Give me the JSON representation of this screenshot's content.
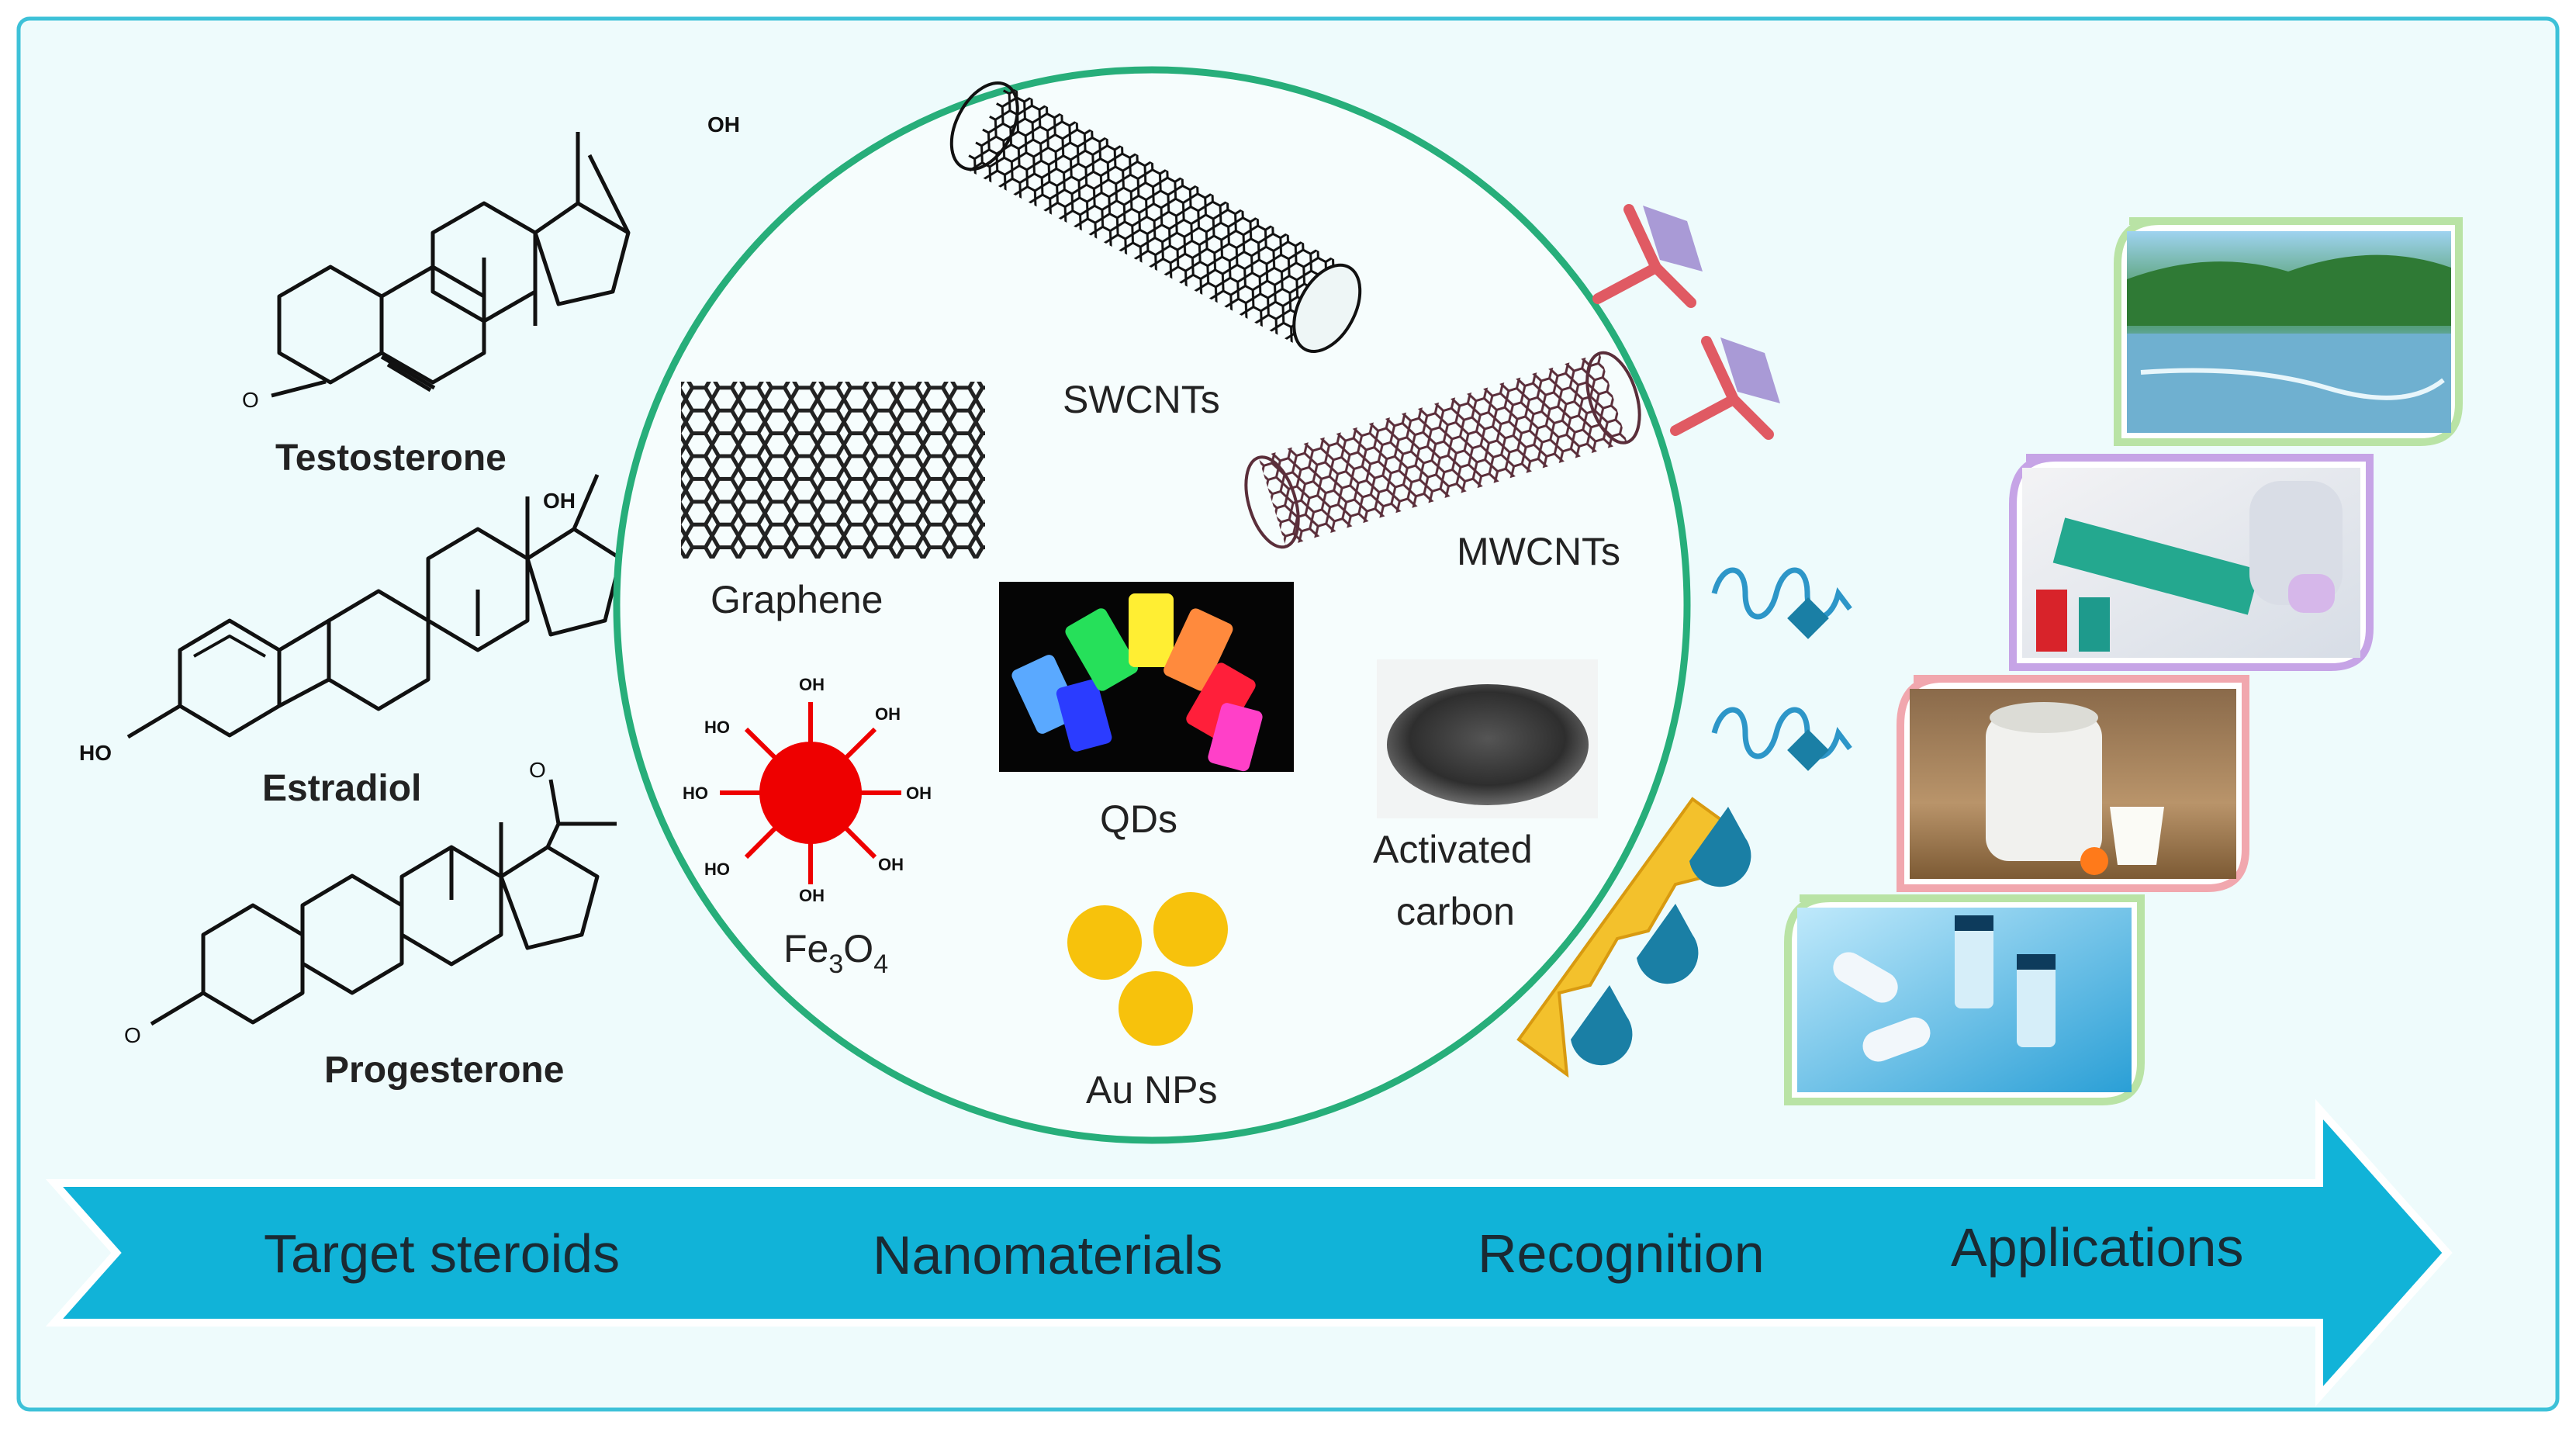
{
  "steroids": {
    "testosterone": {
      "name": "Testosterone",
      "oh": "OH",
      "o": "O"
    },
    "estradiol": {
      "name": "Estradiol",
      "oh_top": "OH",
      "ho": "HO"
    },
    "progesterone": {
      "name": "Progesterone",
      "o_top": "O",
      "o": "O"
    }
  },
  "nanomaterials": {
    "swcnts": "SWCNTs",
    "graphene": "Graphene",
    "mwcnts": "MWCNTs",
    "qds": "QDs",
    "fe3o4": {
      "base1": "Fe",
      "sub1": "3",
      "base2": "O",
      "sub2": "4",
      "oh": "OH",
      "ho": "HO"
    },
    "activated_carbon": {
      "line1": "Activated",
      "line2": "carbon"
    },
    "au_nps": "Au NPs"
  },
  "stages": {
    "target": "Target steroids",
    "nano": "Nanomaterials",
    "recognition": "Recognition",
    "applications": "Applications"
  },
  "colors": {
    "background": "#eefbfc",
    "frame": "#3dc1d8",
    "circle": "#27ae7a",
    "arrow": "#11b3d8",
    "antibody": "#e05a63",
    "antigen": "#a99ad6",
    "aptamer": "#2d96c8",
    "mip": "#f3c12c",
    "template": "#1a7fa5",
    "gold": "#f7c20c",
    "fe_core": "#ee0000"
  },
  "icons": [
    "antibody-icon",
    "aptamer-icon",
    "molecularly-imprinted-polymer-icon"
  ]
}
